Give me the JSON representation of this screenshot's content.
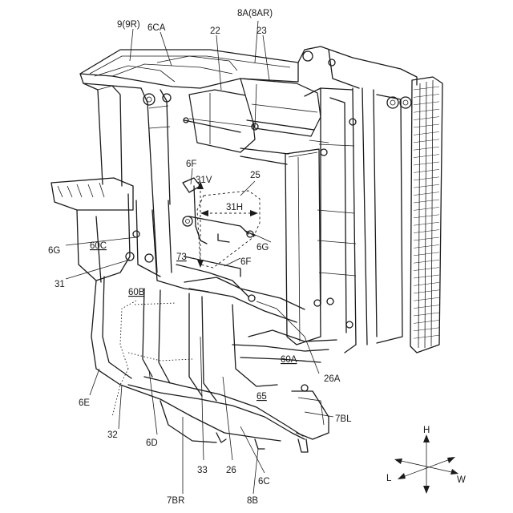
{
  "labels": {
    "l_9_9r": "9(9R)",
    "l_6ca": "6CA",
    "l_8a_8ar": "8A(8AR)",
    "l_22": "22",
    "l_23": "23",
    "l_6f_top": "6F",
    "l_31v": "31V",
    "l_25": "25",
    "l_31h": "31H",
    "l_6g_left": "6G",
    "l_60c": "60C",
    "l_6g_right": "6G",
    "l_73": "73",
    "l_6f_mid": "6F",
    "l_31": "31",
    "l_60b": "60B",
    "l_60a": "60A",
    "l_26a": "26A",
    "l_6e": "6E",
    "l_65": "65",
    "l_7bl": "7BL",
    "l_32": "32",
    "l_6d": "6D",
    "l_33": "33",
    "l_26": "26",
    "l_6c": "6C",
    "l_7br": "7BR",
    "l_8b": "8B"
  },
  "axes": {
    "h": "H",
    "l": "L",
    "w": "W"
  }
}
